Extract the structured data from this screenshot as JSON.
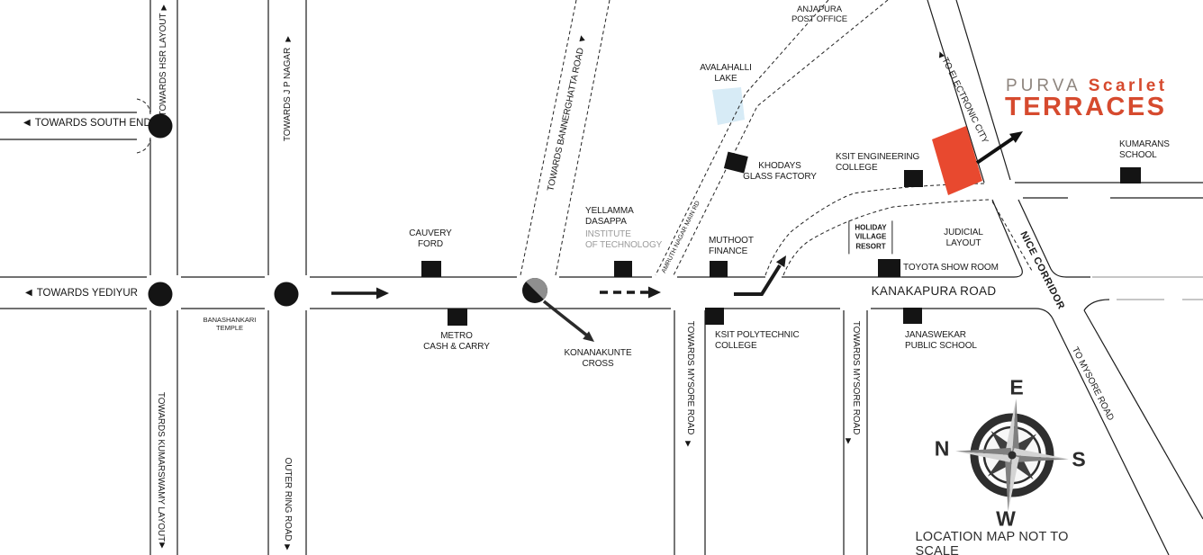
{
  "brand": {
    "purva": "PURVA",
    "scarlet": "Scarlet",
    "terraces": "TERRACES"
  },
  "note": "LOCATION MAP NOT TO SCALE",
  "compass": {
    "east": "E",
    "north": "N",
    "south": "S",
    "west": "W"
  },
  "icons": {
    "up_triangle": "▲",
    "down_triangle": "▼",
    "left_triangle": "◀"
  },
  "colors": {
    "brand_red": "#d64a2e",
    "site_red": "#e8492f",
    "brand_gray": "#8e857e",
    "lake_blue": "#d7ebf6",
    "line_dark": "#1c1c1c",
    "marker_black": "#141414",
    "faded_text_gray": "#9b9b9b"
  },
  "road_labels": {
    "towards_south_end": "TOWARDS SOUTH END",
    "towards_yediyur": "TOWARDS YEDIYUR",
    "towards_hsr_layout": "TOWARDS HSR LAYOUT",
    "towards_jp_nagar": "TOWARDS J P NAGAR",
    "towards_bannerghatta": "TOWARDS BANNERGHATTA ROAD",
    "towards_kumarswamy": "TOWARDS KUMARSWAMY LAYOUT",
    "outer_ring_road": "OUTER RING ROAD",
    "towards_mysore_1": "TOWARDS MYSORE ROAD",
    "towards_mysore_2": "TOWARDS MYSORE ROAD",
    "amruth_nagar": "AMRUTH NAGAR MAIN RD",
    "to_electronic_city": "TO ELECTRONIC CITY",
    "nice_corridor": "NICE CORRIDOR",
    "to_mysore_road": "TO MYSORE ROAD",
    "kanakapura_road": "KANAKAPURA ROAD"
  },
  "places": {
    "anjapura": "ANJAPURA\nPOST OFFICE",
    "avalahalli": "AVALAHALLI\nLAKE",
    "khodays": "KHODAYS\nGLASS FACTORY",
    "ksit_engineering": "KSIT ENGINEERING\nCOLLEGE",
    "kumarans": "KUMARANS\nSCHOOL",
    "yellamma_main": "YELLAMMA\nDASAPPA",
    "yellamma_sub": "INSTITUTE\nOF TECHNOLOGY",
    "cauvery": "CAUVERY\nFORD",
    "muthoot": "MUTHOOT\nFINANCE",
    "holiday": "HOLIDAY\nVILLAGE\nRESORT",
    "judicial": "JUDICIAL\nLAYOUT",
    "toyota": "TOYOTA SHOW ROOM",
    "metro": "METRO\nCASH & CARRY",
    "konanakunte": "KONANAKUNTE\nCROSS",
    "banashankari": "BANASHANKARI\nTEMPLE",
    "ksit_polytechnic": "KSIT POLYTECHNIC\nCOLLEGE",
    "janaswekar": "JANASWEKAR\nPUBLIC SCHOOL"
  }
}
